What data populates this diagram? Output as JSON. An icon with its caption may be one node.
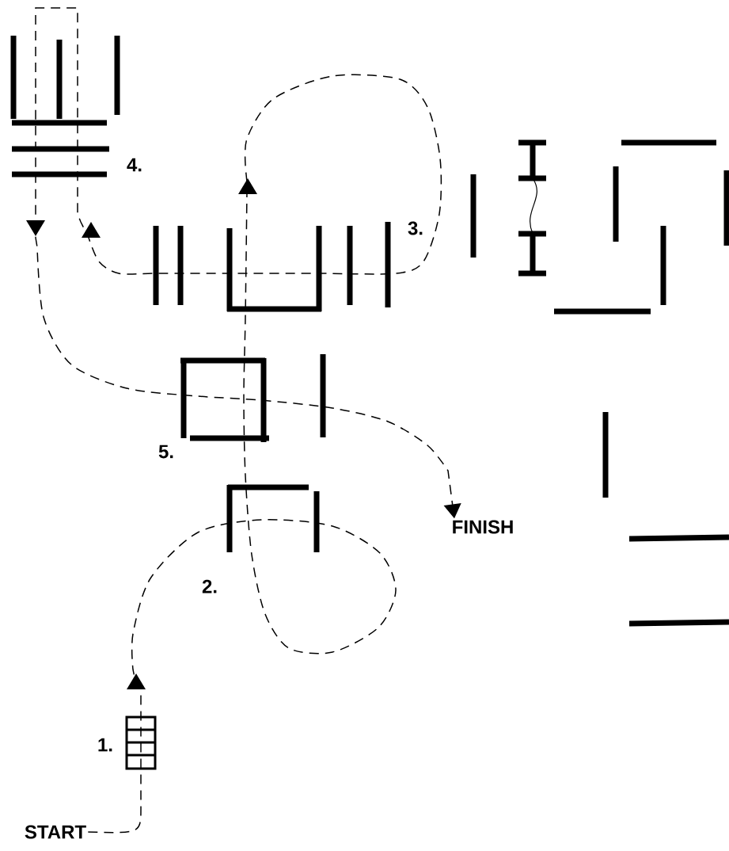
{
  "diagram": {
    "nodes": [
      {
        "text": [
          "START"
        ]
      },
      {
        "text": [
          "FINISH"
        ]
      }
    ],
    "edges": [
      {
        "from": 0,
        "to": 1,
        "arrow": "to",
        "style": "dashed"
      }
    ],
    "labels": [
      "4.",
      "3.",
      "5.",
      "2.",
      "1."
    ]
  }
}
